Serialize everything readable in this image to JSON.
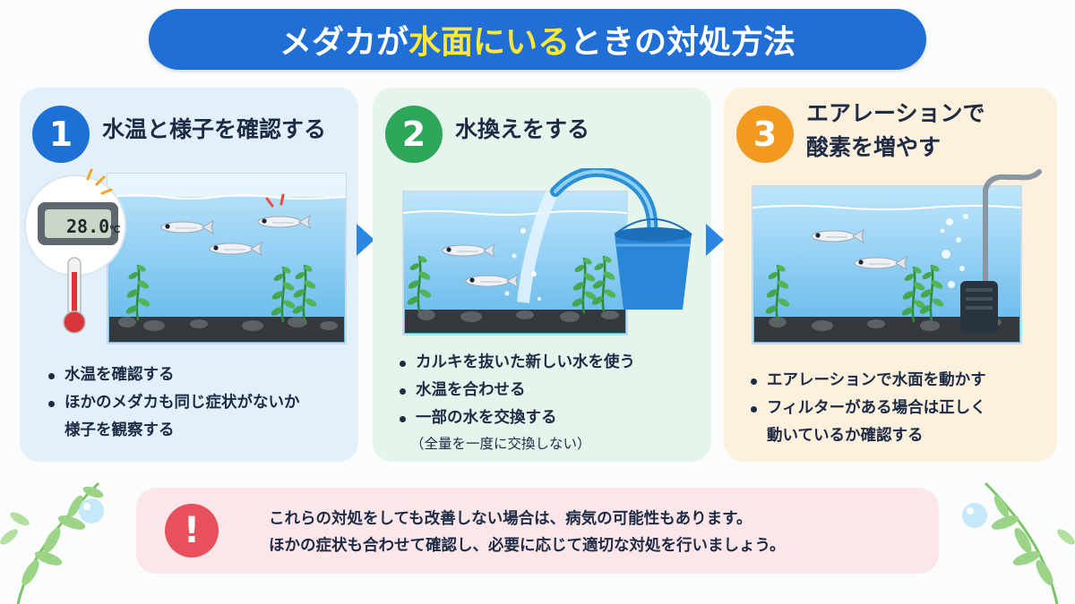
{
  "title": {
    "part1": "メダカが",
    "highlight": "水面にいる",
    "part2": "ときの対処方法"
  },
  "steps": [
    {
      "number": "1",
      "title": "水温と様子を確認する",
      "thermometer_display": "28.0",
      "thermometer_unit": "℃",
      "bullets": [
        "水温を確認する",
        "ほかのメダカも同じ症状がないか\n様子を観察する"
      ]
    },
    {
      "number": "2",
      "title": "水換えをする",
      "bullets": [
        "カルキを抜いた新しい水を使う",
        "水温を合わせる",
        "一部の水を交換する"
      ],
      "note": "（全量を一度に交換しない）"
    },
    {
      "number": "3",
      "title": "エアレーションで\n酸素を増やす",
      "bullets": [
        "エアレーションで水面を動かす",
        "フィルターがある場合は正しく\n動いているか確認する"
      ]
    }
  ],
  "warning": {
    "icon": "!",
    "line1": "これらの対処をしても改善しない場合は、病気の可能性もあります。",
    "line2": "ほかの症状も合わせて確認し、必要に応じて適切な対処を行いましょう。"
  },
  "colors": {
    "title_bg": "#1f6fd6",
    "title_highlight": "#ffe836",
    "step1": "#1f70d4",
    "step2": "#2fa75b",
    "step3": "#f29a1f",
    "warning": "#e8505c",
    "arrow": "#2a86e0"
  },
  "icons": [
    "thermometer-icon",
    "fish-icon",
    "water-plant-icon",
    "bucket-icon",
    "hose-icon",
    "air-pump-icon",
    "arrow-right-icon",
    "exclamation-icon",
    "leaf-icon",
    "bubble-icon"
  ]
}
